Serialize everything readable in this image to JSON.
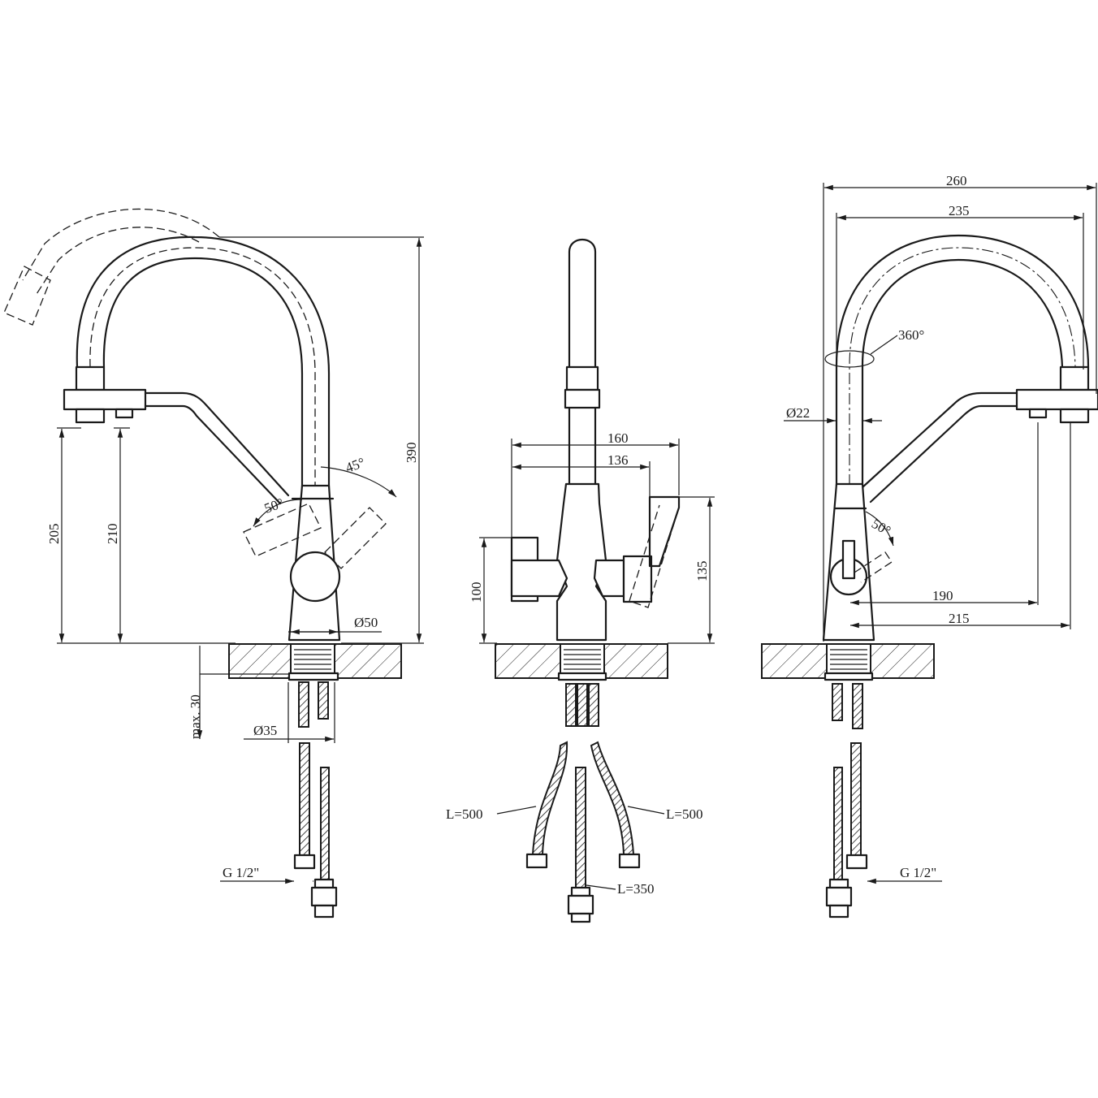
{
  "diagram": {
    "views": [
      "side-view",
      "front-view",
      "rear-view"
    ],
    "side_view": {
      "height_390": "390",
      "height_205": "205",
      "height_210": "210",
      "angle_45": "45°",
      "angle_50": "50°",
      "diameter_50": "Ø50",
      "diameter_35": "Ø35",
      "max_30": "max. 30",
      "thread_g": "G 1/2\""
    },
    "front_view": {
      "width_160": "160",
      "width_136": "136",
      "height_100": "100",
      "height_135": "135",
      "hose_left": "L=500",
      "hose_right": "L=500",
      "hose_center": "L=350"
    },
    "rear_view": {
      "width_260": "260",
      "width_235": "235",
      "rotation_360": "360°",
      "diameter_22": "Ø22",
      "angle_50": "50°",
      "reach_190": "190",
      "reach_215": "215",
      "thread_g": "G 1/2\""
    }
  }
}
